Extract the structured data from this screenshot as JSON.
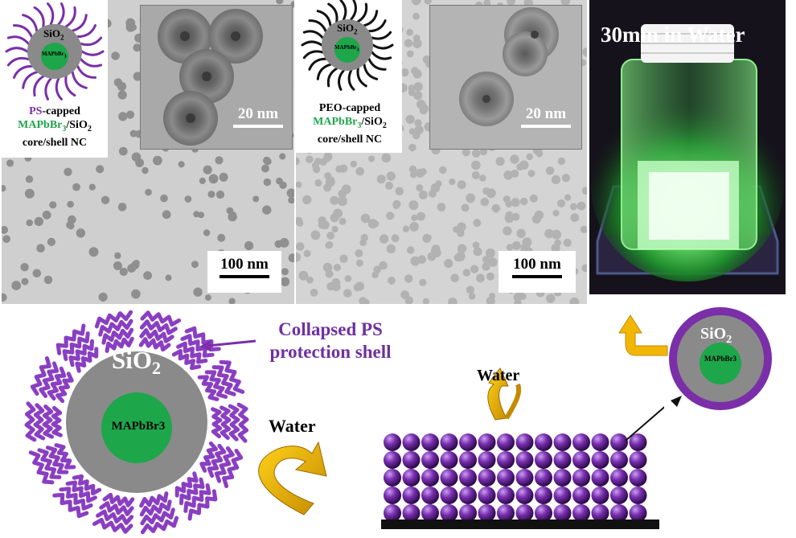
{
  "panel_a": {
    "schematic_core_label": "SiO",
    "schematic_core_sub": "2",
    "schematic_inner_label": "MAPbBr",
    "schematic_inner_sub": "3",
    "caption_line1_colored": "PS",
    "caption_line1_rest": "-capped",
    "caption_line2_colored": "MAPbBr",
    "caption_line2_sub": "3",
    "caption_line2_rest": "/SiO",
    "caption_line2_sub2": "2",
    "caption_line3": "core/shell NC",
    "inset_scale": "20 nm",
    "scale": "100 nm"
  },
  "panel_b": {
    "schematic_core_label": "SiO",
    "schematic_core_sub": "2",
    "schematic_inner_label": "MAPbBr",
    "schematic_inner_sub": "3",
    "caption_line1": "PEO-capped",
    "caption_line2_colored": "MAPbBr",
    "caption_line2_sub": "3",
    "caption_line2_rest": "/SiO",
    "caption_line2_sub2": "2",
    "caption_line3": "core/shell NC",
    "inset_scale": "20 nm",
    "scale": "100 nm"
  },
  "panel_c": {
    "title": "30min in Water"
  },
  "bottom": {
    "big_core_label": "SiO",
    "big_core_sub": "2",
    "big_inner_label": "MAPbBr3",
    "shell_label_line1": "Collapsed PS",
    "shell_label_line2": "protection shell",
    "water_label_left": "Water",
    "water_label_mid": "Water",
    "small_core_label": "SiO",
    "small_core_sub": "2",
    "small_inner_label": "MAPbBr3"
  },
  "colors": {
    "ps_purple": "#7a2fa8",
    "perovskite_green": "#1ea64b",
    "silica_gray": "#8a8a8a",
    "arrow_yellow": "#f2b705",
    "label_purple": "#7030a0"
  }
}
